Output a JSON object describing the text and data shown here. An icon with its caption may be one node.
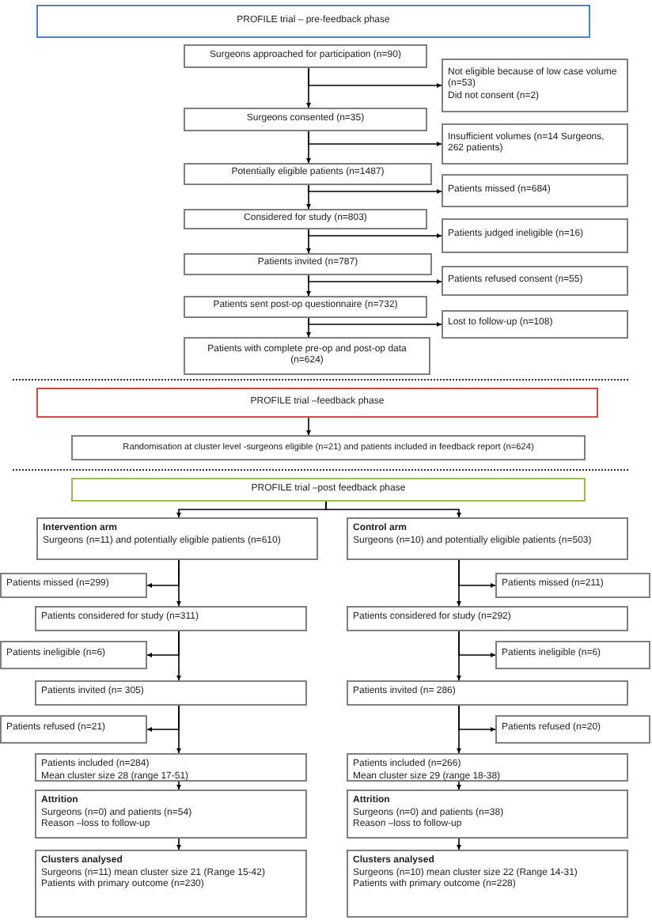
{
  "diagram": {
    "nodes": [
      {
        "text": [
          "PROFILE trial – pre-feedback phase"
        ]
      },
      {
        "text": [
          "Surgeons approached for participation (n=90)"
        ]
      },
      {
        "text": [
          "Not eligible because of low case volume (n=53)",
          "Did not consent (n=2)"
        ]
      },
      {
        "text": [
          "Surgeons consented (n=35)"
        ]
      },
      {
        "text": [
          "Insufficient volumes (n=14 Surgeons, 262 patients)"
        ]
      },
      {
        "text": [
          "Potentially eligible patients (n=1487)"
        ]
      },
      {
        "text": [
          "Patients missed (n=684)"
        ]
      },
      {
        "text": [
          "Considered for study (n=803)"
        ]
      },
      {
        "text": [
          "Patients judged ineligible (n=16)"
        ]
      },
      {
        "text": [
          "Patients invited (n=787)"
        ]
      },
      {
        "text": [
          "Patients refused consent (n=55)"
        ]
      },
      {
        "text": [
          "Patients sent post-op questionnaire (n=732)"
        ]
      },
      {
        "text": [
          "Lost to follow-up (n=108)"
        ]
      },
      {
        "text": [
          "Patients with complete pre-op and post-op data (n=624)"
        ]
      },
      {
        "text": [
          "PROFILE trial –feedback phase"
        ]
      },
      {
        "text": [
          "Randomisation at cluster level -surgeons eligible (n=21) and patients included in feedback report (n=624)"
        ]
      },
      {
        "text": [
          "PROFILE trial –post feedback phase"
        ]
      },
      {
        "text": [
          "Intervention arm",
          "Surgeons (n=11) and potentially eligible patients (n=610)"
        ]
      },
      {
        "text": [
          "Control arm",
          "Surgeons (n=10) and potentially eligible patients (n=503)"
        ]
      },
      {
        "text": [
          "Patients missed (n=299)"
        ]
      },
      {
        "text": [
          "Patients missed (n=211)"
        ]
      },
      {
        "text": [
          "Patients considered for study (n=311)"
        ]
      },
      {
        "text": [
          "Patients considered for study (n=292)"
        ]
      },
      {
        "text": [
          "Patients ineligible (n=6)"
        ]
      },
      {
        "text": [
          "Patients ineligible (n=6)"
        ]
      },
      {
        "text": [
          "Patients invited (n= 305)"
        ]
      },
      {
        "text": [
          "Patients invited (n= 286)"
        ]
      },
      {
        "text": [
          "Patients refused (n=21)"
        ]
      },
      {
        "text": [
          "Patients refused (n=20)"
        ]
      },
      {
        "text": [
          "Patients included (n=284)",
          "Mean cluster size 28 (range 17-51)"
        ]
      },
      {
        "text": [
          "Patients included (n=266)",
          "Mean cluster size 29 (range 18-38)"
        ]
      },
      {
        "text": [
          "Attrition",
          "Surgeons (n=0) and patients (n=54)",
          "Reason –loss to follow-up"
        ]
      },
      {
        "text": [
          "Attrition",
          "Surgeons (n=0) and patients (n=38)",
          "Reason –loss to follow-up"
        ]
      },
      {
        "text": [
          "Clusters analysed",
          "Surgeons (n=11) mean cluster size 21 (Range  15-42)",
          "Patients with primary outcome (n=230)"
        ]
      },
      {
        "text": [
          "Clusters analysed",
          "Surgeons (n=10) mean cluster size 22 (Range 14-31)",
          "Patients with primary outcome (n=228)"
        ]
      }
    ],
    "edges": [
      {
        "from": 1,
        "to": 3,
        "arrow": "to"
      },
      {
        "from": 1,
        "to": 2,
        "arrow": "to"
      },
      {
        "from": 3,
        "to": 5,
        "arrow": "to"
      },
      {
        "from": 3,
        "to": 4,
        "arrow": "to"
      },
      {
        "from": 5,
        "to": 7,
        "arrow": "to"
      },
      {
        "from": 5,
        "to": 6,
        "arrow": "to"
      },
      {
        "from": 7,
        "to": 9,
        "arrow": "to"
      },
      {
        "from": 7,
        "to": 8,
        "arrow": "to"
      },
      {
        "from": 9,
        "to": 11,
        "arrow": "to"
      },
      {
        "from": 9,
        "to": 10,
        "arrow": "to"
      },
      {
        "from": 11,
        "to": 13,
        "arrow": "to"
      },
      {
        "from": 11,
        "to": 12,
        "arrow": "to"
      },
      {
        "from": 14,
        "to": 15,
        "arrow": "to"
      },
      {
        "from": 16,
        "to": 17,
        "arrow": "to"
      },
      {
        "from": 16,
        "to": 18,
        "arrow": "to"
      },
      {
        "from": 17,
        "to": 21,
        "arrow": "to"
      },
      {
        "from": 17,
        "to": 19,
        "arrow": "to"
      },
      {
        "from": 21,
        "to": 25,
        "arrow": "to"
      },
      {
        "from": 21,
        "to": 23,
        "arrow": "to"
      },
      {
        "from": 25,
        "to": 29,
        "arrow": "to"
      },
      {
        "from": 25,
        "to": 27,
        "arrow": "to"
      },
      {
        "from": 29,
        "to": 31,
        "arrow": "to"
      },
      {
        "from": 31,
        "to": 33,
        "arrow": "to"
      },
      {
        "from": 18,
        "to": 22,
        "arrow": "to"
      },
      {
        "from": 18,
        "to": 20,
        "arrow": "to"
      },
      {
        "from": 22,
        "to": 26,
        "arrow": "to"
      },
      {
        "from": 22,
        "to": 24,
        "arrow": "to"
      },
      {
        "from": 26,
        "to": 30,
        "arrow": "to"
      },
      {
        "from": 26,
        "to": 28,
        "arrow": "to"
      },
      {
        "from": 30,
        "to": 32,
        "arrow": "to"
      },
      {
        "from": 32,
        "to": 34,
        "arrow": "to"
      }
    ]
  }
}
